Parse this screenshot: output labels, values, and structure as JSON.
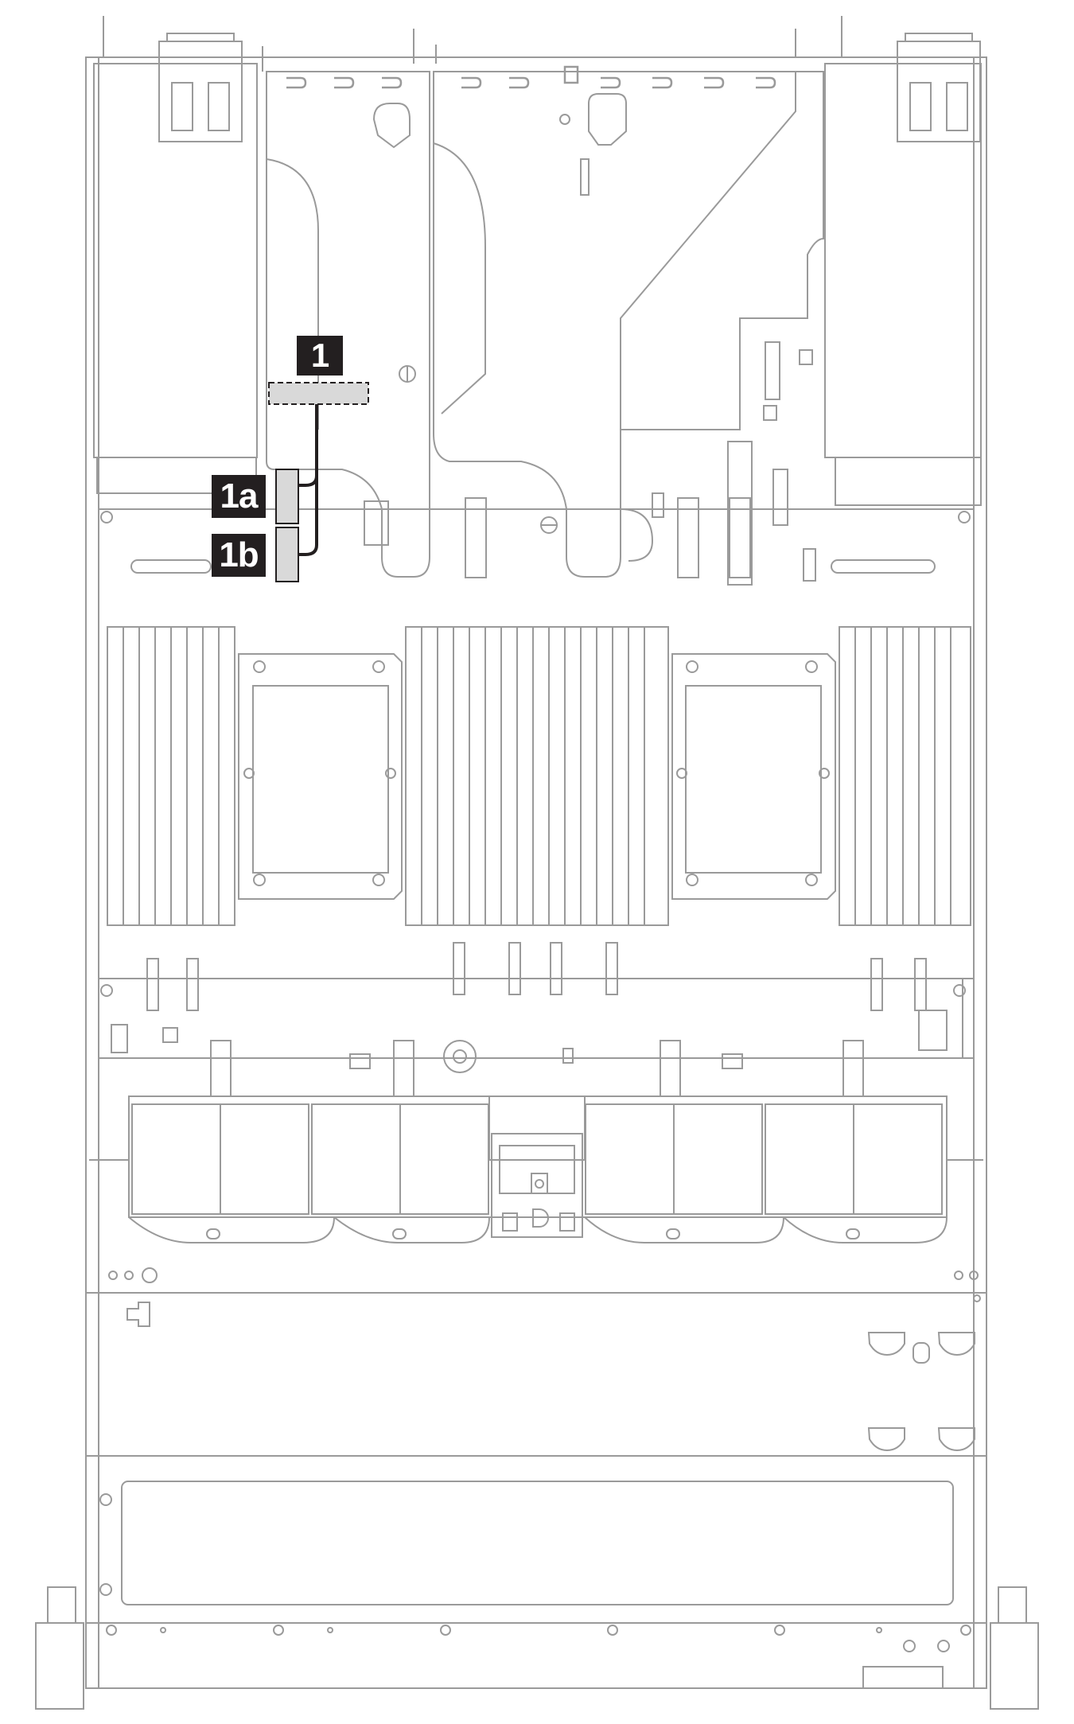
{
  "callouts": {
    "c1": "1",
    "c1a": "1a",
    "c1b": "1b"
  },
  "colors": {
    "line": "#9a9a9a",
    "cable": "#231f20",
    "highlight_fill": "#d9d9d9",
    "callout_bg": "#231f20",
    "callout_text": "#ffffff"
  }
}
